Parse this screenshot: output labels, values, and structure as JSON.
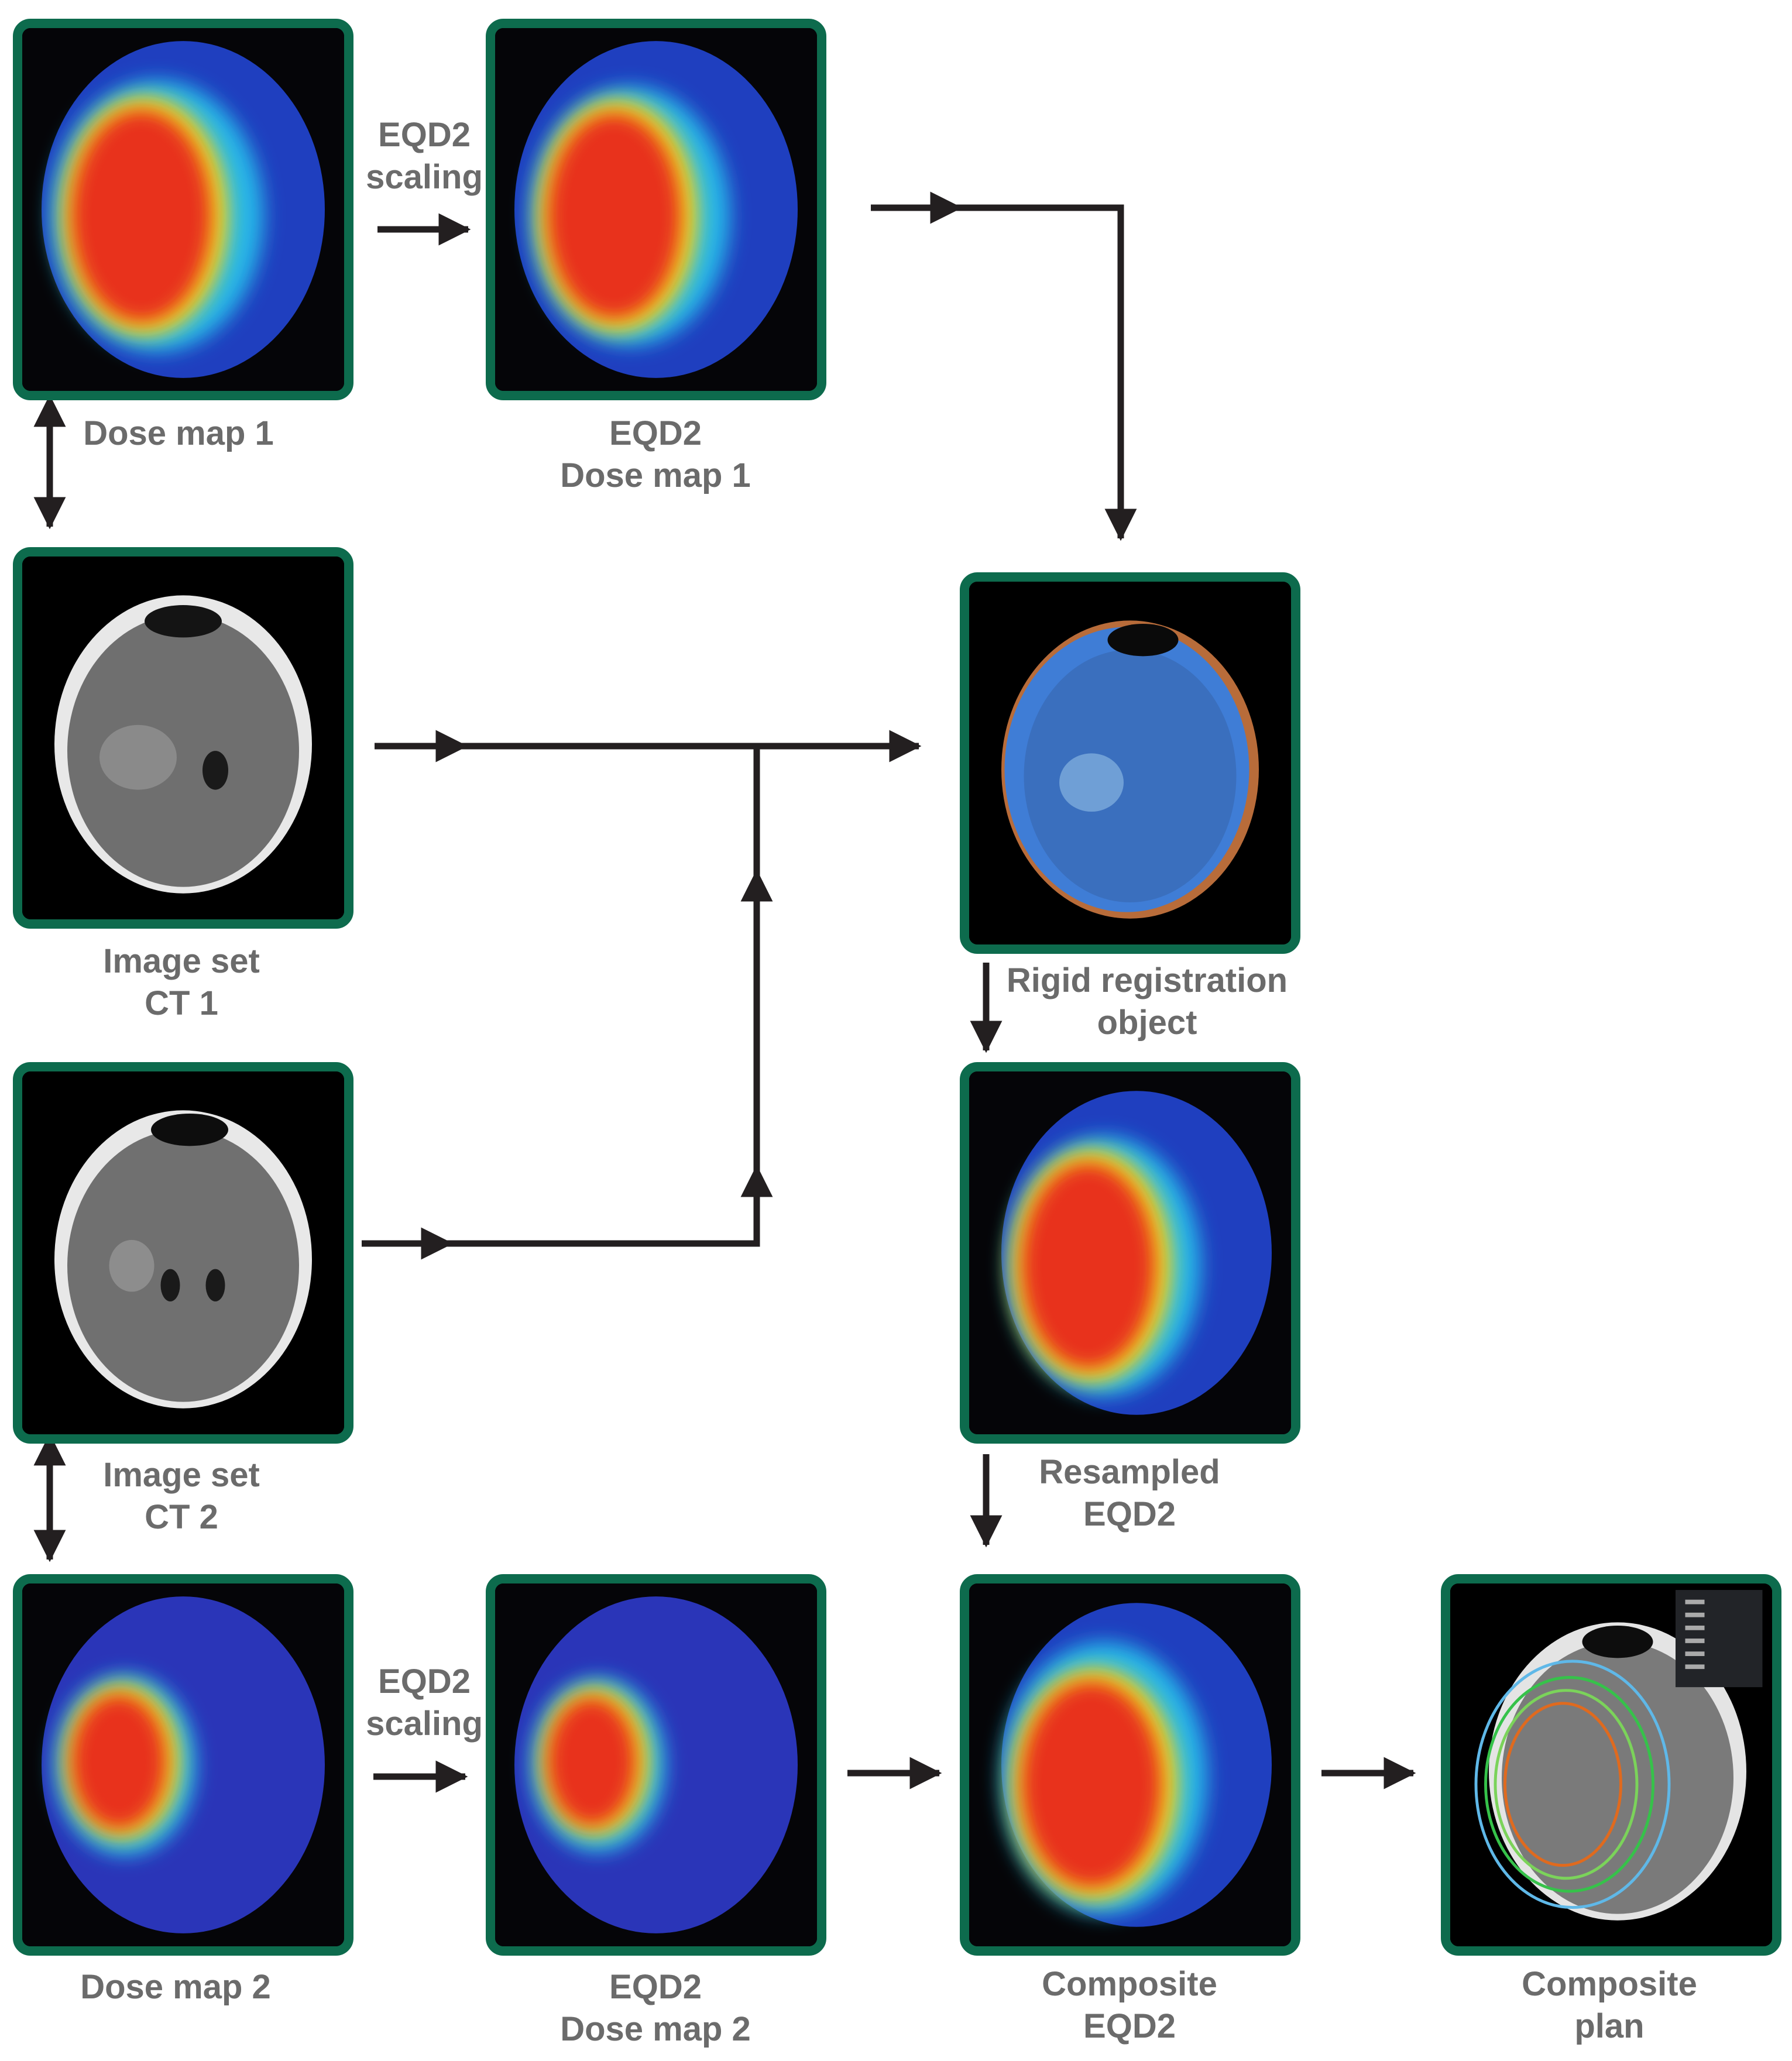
{
  "panels": {
    "dose_map_1": {
      "label": [
        "Dose map 1"
      ]
    },
    "eqd2_dose_map_1": {
      "label": [
        "EQD2",
        "Dose map 1"
      ]
    },
    "image_set_ct1": {
      "label": [
        "Image set",
        "CT 1"
      ]
    },
    "rigid_registration": {
      "label": [
        "Rigid registration",
        "object"
      ]
    },
    "image_set_ct2": {
      "label": [
        "Image set",
        "CT 2"
      ]
    },
    "resampled_eqd2": {
      "label": [
        "Resampled",
        "EQD2"
      ]
    },
    "dose_map_2": {
      "label": [
        "Dose map 2"
      ]
    },
    "eqd2_dose_map_2": {
      "label": [
        "EQD2",
        "Dose map 2"
      ]
    },
    "composite_eqd2": {
      "label": [
        "Composite",
        "EQD2"
      ]
    },
    "composite_plan": {
      "label": [
        "Composite",
        "plan"
      ]
    }
  },
  "edges": {
    "scaling_top": {
      "label": [
        "EQD2",
        "scaling"
      ]
    },
    "scaling_bottom": {
      "label": [
        "EQD2",
        "scaling"
      ]
    }
  },
  "colors": {
    "frame": "#0d6b4d",
    "arrow": "#231f20",
    "label": "#6b6b6b",
    "dose_high": "#e8301c",
    "dose_low": "#1f3fbf"
  }
}
